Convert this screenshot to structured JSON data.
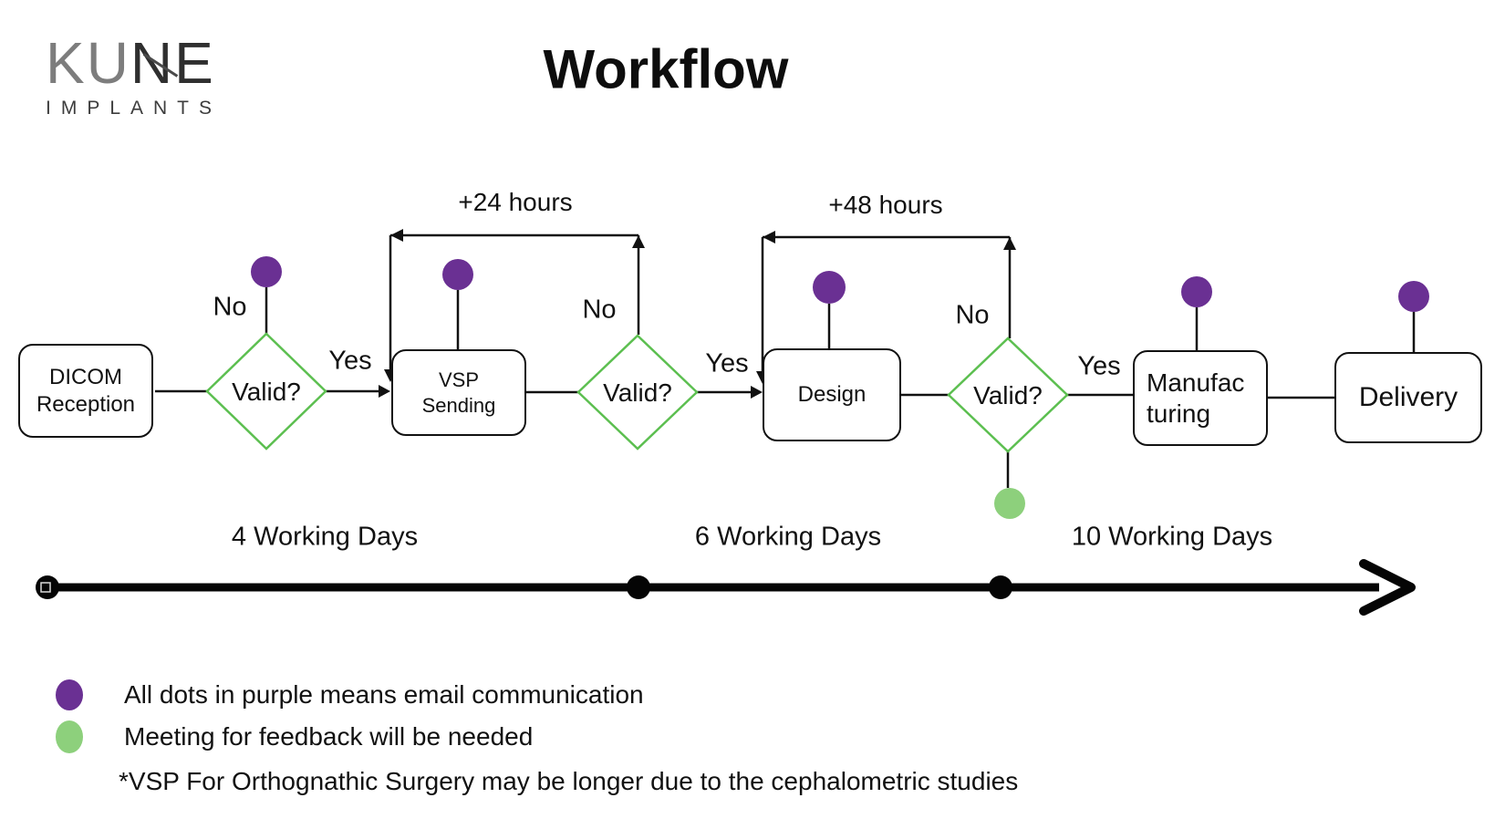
{
  "logo": {
    "brand_gray": "KU",
    "brand_dark": "NE",
    "subtitle": "IMPLANTS"
  },
  "title": "Workflow",
  "flow": {
    "nodes": [
      {
        "label": "DICOM\nReception"
      },
      {
        "label": "VSP\nSending"
      },
      {
        "label": "Design"
      },
      {
        "label": "Manufac\nturing"
      },
      {
        "label": "Delivery"
      }
    ],
    "decisions": [
      {
        "question": "Valid?",
        "yes": "Yes",
        "no": "No"
      },
      {
        "question": "Valid?",
        "yes": "Yes",
        "no": "No"
      },
      {
        "question": "Valid?",
        "yes": "Yes",
        "no": "No"
      }
    ],
    "loops": [
      {
        "label": "+24 hours"
      },
      {
        "label": "+48 hours"
      }
    ]
  },
  "timeline": {
    "segments": [
      {
        "label": "4 Working Days"
      },
      {
        "label": "6 Working Days"
      },
      {
        "label": "10 Working Days"
      }
    ]
  },
  "legend": {
    "items": [
      {
        "text": "All dots in purple means email communication"
      },
      {
        "text": "Meeting for feedback will be needed"
      }
    ],
    "footnote": "*VSP For Orthognathic Surgery may be longer due to the cephalometric studies"
  },
  "colors": {
    "purple": "#6A3093",
    "green_dot": "#8DD07C",
    "diamond_green": "#5CBF50",
    "line": "#111111"
  }
}
